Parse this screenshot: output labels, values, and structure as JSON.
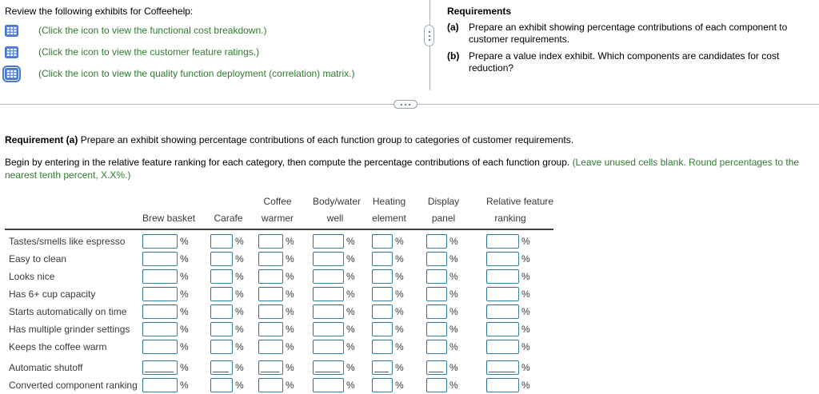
{
  "exhibits": {
    "title": "Review the following exhibits for Coffeehelp:",
    "items": [
      {
        "label": "(Click the icon to view the functional cost breakdown.)",
        "icon": "table-grid-icon"
      },
      {
        "label": "(Click the icon to view the customer feature ratings.)",
        "icon": "table-grid-icon"
      },
      {
        "label": "(Click the icon to view the quality function deployment (correlation) matrix.)",
        "icon": "table-grid-icon"
      }
    ]
  },
  "requirements": {
    "title": "Requirements",
    "items": [
      {
        "marker": "(a)",
        "text": "Prepare an exhibit showing percentage contributions of each component to customer requirements."
      },
      {
        "marker": "(b)",
        "text": "Prepare a value index exhibit. Which components are candidates for cost reduction?"
      }
    ]
  },
  "dividers": {
    "vertical_handle_icon": "vertical-ellipsis-icon",
    "horizontal_toggle_icon": "horizontal-ellipsis-icon"
  },
  "requirement_a": {
    "label": "Requirement (a)",
    "text": " Prepare an exhibit showing percentage contributions of each function group to categories of customer requirements.",
    "instruction": "Begin by entering in the relative feature ranking for each category, then compute the percentage contributions of each function group. ",
    "instruction_note": "(Leave unused cells blank. Round percentages to the nearest tenth percent, X.X%.)"
  },
  "table": {
    "columns": [
      {
        "line1": "",
        "line2": "Brew basket"
      },
      {
        "line1": "",
        "line2": "Carafe"
      },
      {
        "line1": "Coffee",
        "line2": "warmer"
      },
      {
        "line1": "Body/water",
        "line2": "well"
      },
      {
        "line1": "Heating",
        "line2": "element"
      },
      {
        "line1": "Display",
        "line2": "panel"
      },
      {
        "line1": "Relative feature",
        "line2": "ranking"
      }
    ],
    "percent_symbol": "%",
    "rows": [
      {
        "label": "Tastes/smells like espresso",
        "underline": false,
        "values": [
          "",
          "",
          "",
          "",
          "",
          "",
          ""
        ]
      },
      {
        "label": "Easy to clean",
        "underline": false,
        "values": [
          "",
          "",
          "",
          "",
          "",
          "",
          ""
        ]
      },
      {
        "label": "Looks nice",
        "underline": false,
        "values": [
          "",
          "",
          "",
          "",
          "",
          "",
          ""
        ]
      },
      {
        "label": "Has 6+ cup capacity",
        "underline": false,
        "values": [
          "",
          "",
          "",
          "",
          "",
          "",
          ""
        ]
      },
      {
        "label": "Starts automatically on time",
        "underline": false,
        "values": [
          "",
          "",
          "",
          "",
          "",
          "",
          ""
        ]
      },
      {
        "label": "Has multiple grinder settings",
        "underline": false,
        "values": [
          "",
          "",
          "",
          "",
          "",
          "",
          ""
        ]
      },
      {
        "label": "Keeps the coffee warm",
        "underline": false,
        "values": [
          "",
          "",
          "",
          "",
          "",
          "",
          ""
        ]
      },
      {
        "label": "Automatic shutoff",
        "underline": true,
        "values": [
          "",
          "",
          "",
          "",
          "",
          "",
          ""
        ]
      },
      {
        "label": "Converted component ranking",
        "underline": false,
        "values": [
          "",
          "",
          "",
          "",
          "",
          "",
          ""
        ]
      }
    ]
  },
  "colors": {
    "link_green": "#2e7d2e",
    "input_border_blue": "#38809f",
    "icon_blue": "#4b79d2",
    "divider_gray": "#b4bac0"
  }
}
